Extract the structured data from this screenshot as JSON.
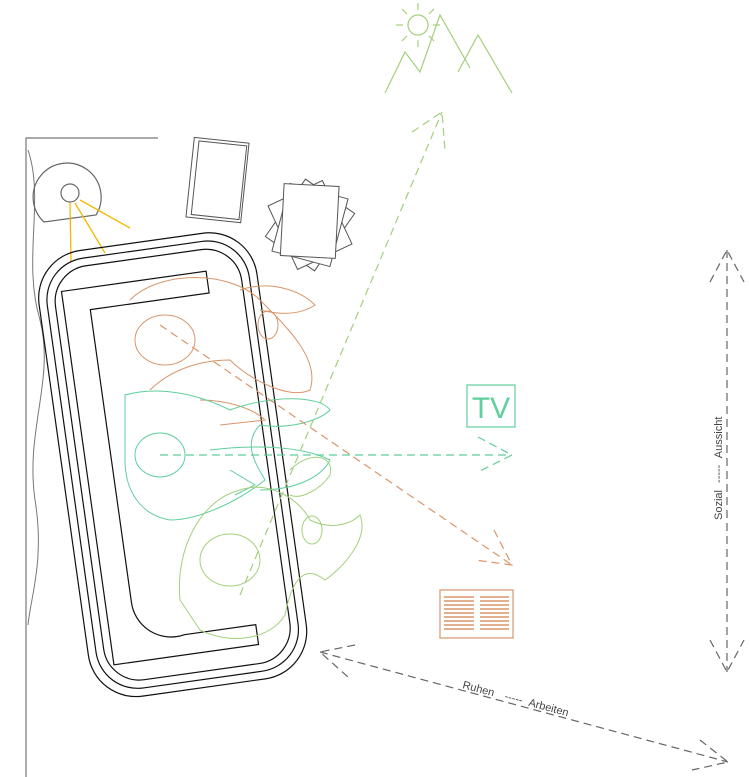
{
  "tv_label": "TV",
  "axis_vertical": {
    "start": "Sozial",
    "mid": "-----",
    "end": "Aussicht"
  },
  "axis_diagonal": {
    "start": "Ruhen",
    "mid": "-----",
    "end": "Arbeiten"
  },
  "colors": {
    "orange": "#d9956a",
    "teal": "#5fcf9c",
    "green": "#a3d07c",
    "lamp": "#f5b800",
    "gray": "#666666",
    "sofa": "#111111"
  }
}
